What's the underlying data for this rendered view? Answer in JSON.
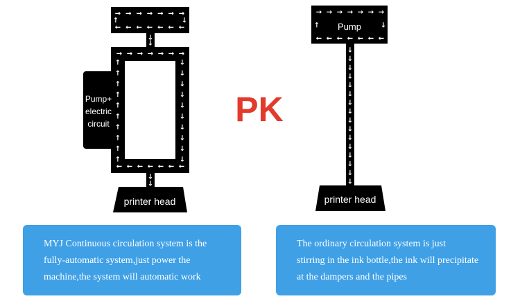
{
  "comparison_label": "PK",
  "left_system": {
    "pump_label_lines": [
      "Pump+",
      "electric",
      "circuit"
    ],
    "head_label": "printer head",
    "caption_lines": [
      "MYJ Continuous circulation system is the",
      "fully-automatic system,just power the",
      "machine,the system will automatic work"
    ]
  },
  "right_system": {
    "pump_label": "Pump",
    "head_label": "printer head",
    "caption_lines": [
      "The ordinary circulation system is just",
      "stirring in the ink bottle,the ink will precipitate",
      "at the dampers and the pipes"
    ]
  },
  "colors": {
    "structure": "#000000",
    "arrow": "#ffffff",
    "pk": "#e23a2b",
    "caption_bg": "#3fa0e6",
    "caption_text": "#ffffff"
  }
}
